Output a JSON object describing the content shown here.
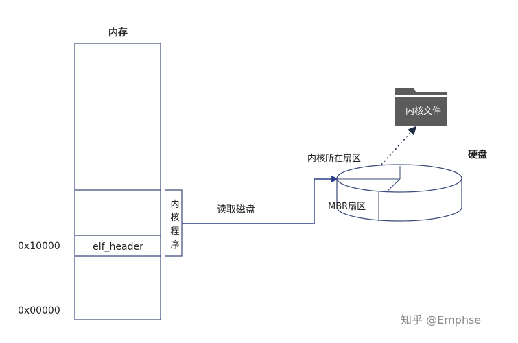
{
  "memory": {
    "title": "内存",
    "elf_header_label": "elf_header",
    "addr_high": "0x10000",
    "addr_low": "0x00000",
    "kernel_bracket_chars": [
      "内",
      "核",
      "程",
      "序"
    ]
  },
  "arrow_label": "读取磁盘",
  "disk": {
    "title": "硬盘",
    "kernel_sector_label": "内核所在扇区",
    "mbr_label": "MBR扇区",
    "folder_label": "内核文件"
  },
  "watermark": "知乎 @Emphse",
  "colors": {
    "outline": "#3a4a7a",
    "arrow": "#2c3e8c",
    "folder": "#5b5b5b",
    "folder_text": "#ffffff"
  }
}
